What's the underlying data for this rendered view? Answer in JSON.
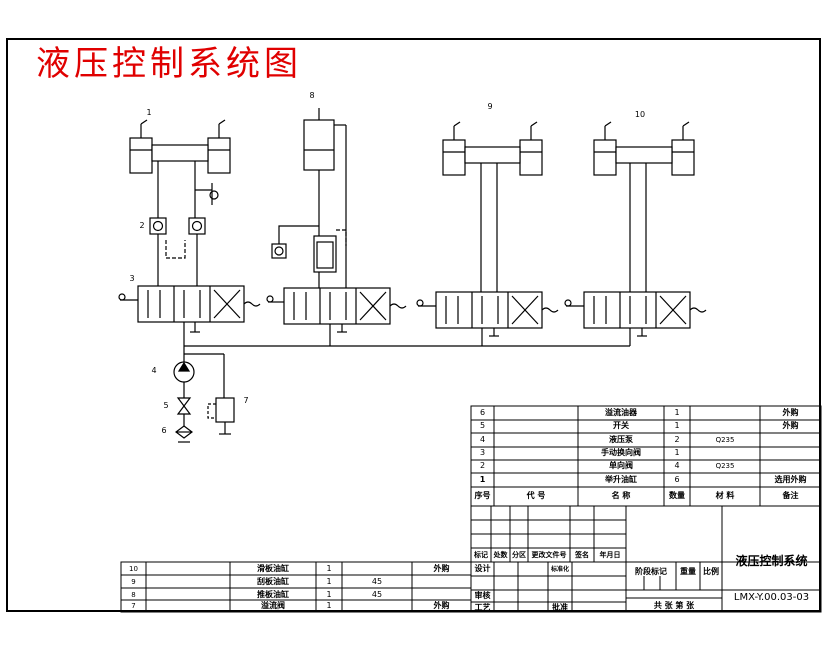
{
  "title": "液压控制系统图",
  "component_labels": {
    "c1": "1",
    "c2": "2",
    "c3": "3",
    "c4": "4",
    "c5": "5",
    "c6": "6",
    "c7": "7",
    "c8": "8",
    "c9": "9",
    "c10": "10"
  },
  "bom_right": {
    "rows": [
      {
        "no": "6",
        "code": "",
        "name": "溢流油器",
        "qty": "1",
        "material": "",
        "remark": "外购"
      },
      {
        "no": "5",
        "code": "",
        "name": "开关",
        "qty": "1",
        "material": "",
        "remark": "外购"
      },
      {
        "no": "4",
        "code": "",
        "name": "液压泵",
        "qty": "2",
        "material": "Q235",
        "remark": ""
      },
      {
        "no": "3",
        "code": "",
        "name": "手动换向阀",
        "qty": "1",
        "material": "",
        "remark": ""
      },
      {
        "no": "2",
        "code": "",
        "name": "单向阀",
        "qty": "4",
        "material": "Q235",
        "remark": ""
      },
      {
        "no": "1",
        "code": "",
        "name": "举升油缸",
        "qty": "6",
        "material": "",
        "remark": "选用外购"
      }
    ],
    "header": {
      "no": "序号",
      "code": "代 号",
      "name": "名 称",
      "qty": "数量",
      "material": "材 料",
      "remark": "备注"
    }
  },
  "bom_left": {
    "rows": [
      {
        "no": "10",
        "name": "滑板油缸",
        "qty": "1",
        "material": "",
        "remark": "外购"
      },
      {
        "no": "9",
        "name": "刮板油缸",
        "qty": "1",
        "material": "45",
        "remark": ""
      },
      {
        "no": "8",
        "name": "推板油缸",
        "qty": "1",
        "material": "45",
        "remark": ""
      },
      {
        "no": "7",
        "name": "溢流阀",
        "qty": "1",
        "material": "",
        "remark": "外购"
      }
    ]
  },
  "title_block": {
    "change_header": [
      "标记",
      "处数",
      "分区",
      "更改文件号",
      "签名",
      "年月日"
    ],
    "design": "设计",
    "standardize": "标准化",
    "review": "审核",
    "process": "工艺",
    "approve": "批准",
    "stage_mark": "阶段标记",
    "weight": "重量",
    "scale": "比例",
    "sheets": "共 张 第 张",
    "drawing_name": "液压控制系统",
    "drawing_no": "LMX-Y.00.03-03"
  }
}
